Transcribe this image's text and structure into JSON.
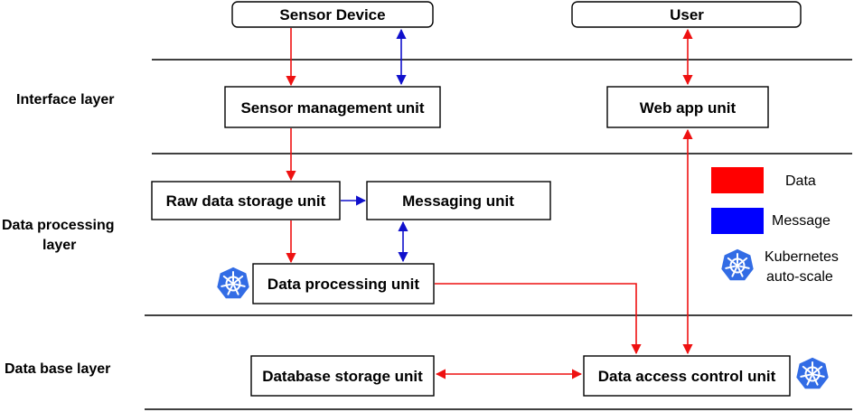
{
  "layers": {
    "interface": "Interface layer",
    "processing_line1": "Data processing",
    "processing_line2": "layer",
    "database": "Data base layer"
  },
  "nodes": {
    "sensor_device": "Sensor Device",
    "user": "User",
    "sensor_mgmt": "Sensor management unit",
    "web_app": "Web app unit",
    "raw_storage": "Raw data storage unit",
    "messaging": "Messaging unit",
    "data_processing": "Data processing unit",
    "db_storage": "Database storage unit",
    "data_access": "Data access control unit"
  },
  "legend": {
    "data_label": "Data",
    "data_color": "#ff0000",
    "message_label": "Message",
    "message_color": "#0000ff",
    "k8s_line1": "Kubernetes",
    "k8s_line2": "auto-scale",
    "k8s_icon": "kubernetes-icon",
    "k8s_color": "#326ce5"
  }
}
